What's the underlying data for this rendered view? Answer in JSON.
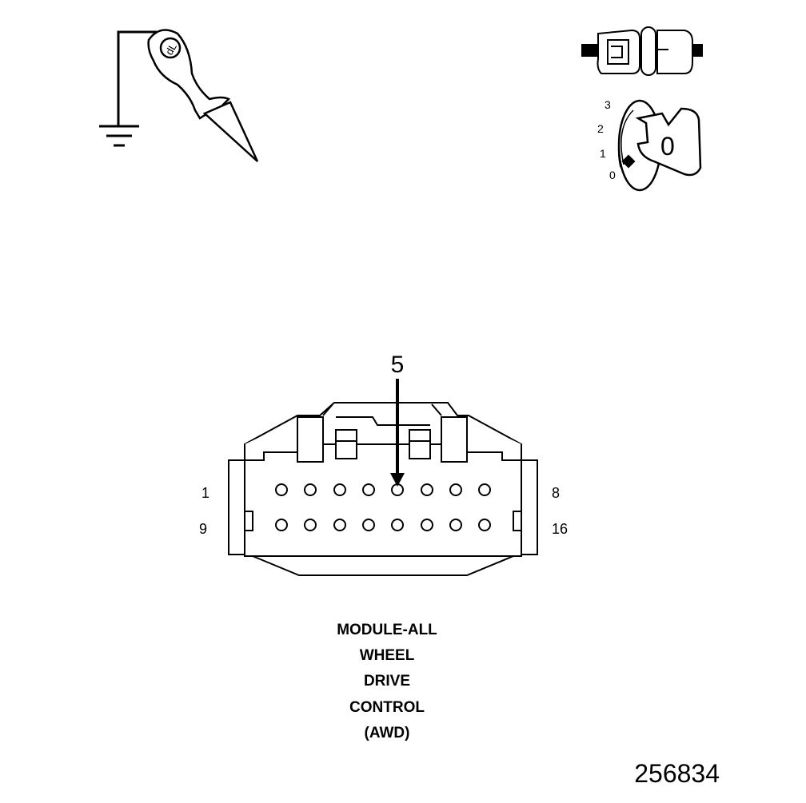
{
  "diagram": {
    "pin_callout": "5",
    "pin_row_labels": {
      "top_left": "1",
      "top_right": "8",
      "bottom_left": "9",
      "bottom_right": "16"
    },
    "ignition_positions": [
      "0",
      "1",
      "2",
      "3"
    ],
    "ignition_key_label": "0",
    "probe_mark": "dL",
    "caption_lines": [
      "MODULE-ALL",
      "WHEEL",
      "DRIVE",
      "CONTROL",
      "(AWD)"
    ],
    "figure_number": "256834"
  },
  "icons": [
    "ground-symbol-icon",
    "test-probe-icon",
    "connector-disconnect-icon",
    "ignition-key-icon"
  ]
}
